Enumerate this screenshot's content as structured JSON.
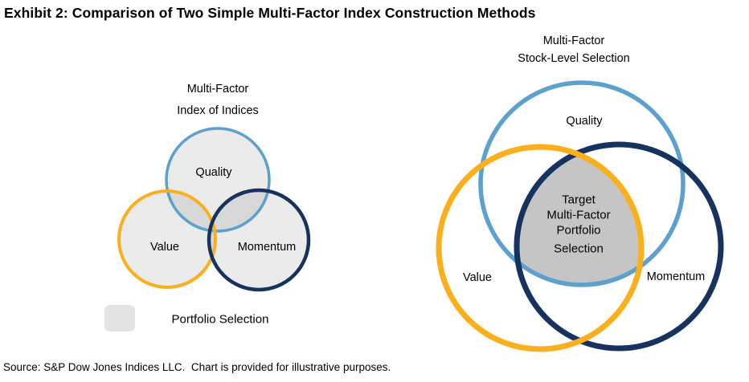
{
  "title": "Exhibit 2: Comparison of Two Simple Multi-Factor Index Construction Methods",
  "colors": {
    "quality_blue": "#5CA0CE",
    "value_yellow": "#FBAF1A",
    "momentum_navy": "#15335E",
    "circle_fill": "rgba(0,0,0,0.08)",
    "intersection_gray": "#C5C5C5",
    "legend_swatch_gray": "#E3E3E3"
  },
  "left_diagram": {
    "title_line1": "Multi-Factor",
    "title_line2": "Index of Indices",
    "quality_label": "Quality",
    "value_label": "Value",
    "momentum_label": "Momentum",
    "legend_label": "Portfolio Selection"
  },
  "right_diagram": {
    "title_line1": "Multi-Factor",
    "title_line2": "Stock-Level Selection",
    "quality_label": "Quality",
    "value_label": "Value",
    "momentum_label": "Momentum",
    "center_lines": [
      "Target",
      "Multi-Factor",
      "Portfolio",
      "Selection"
    ]
  },
  "source": "Source: S&P Dow Jones Indices LLC.  Chart is provided for illustrative purposes."
}
